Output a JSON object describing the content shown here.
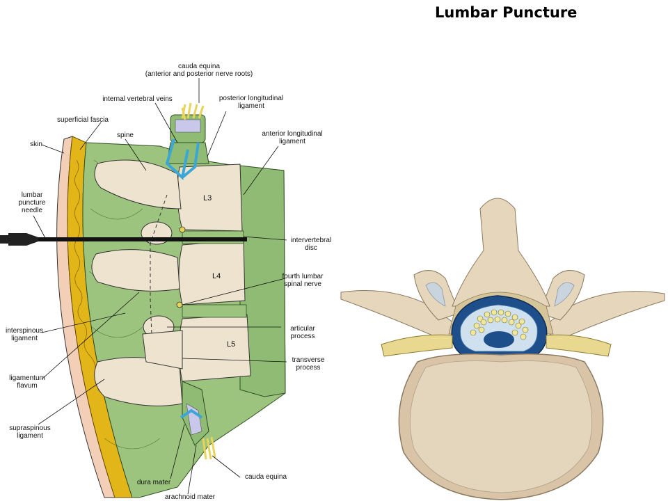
{
  "title": "Lumbar Puncture",
  "labels": {
    "cauda_equina_top": "cauda equina\n(anterior and posterior nerve roots)",
    "internal_vertebral_veins": "internal vertebral veins",
    "posterior_longitudinal_ligament": "posterior longitudinal\nligament",
    "superficial_fascia": "superficial fascia",
    "spine": "spine",
    "anterior_longitudinal_ligament": "anterior longitudinal\nligament",
    "skin": "skin",
    "lumbar_puncture_needle": "lumbar\npuncture\nneedle",
    "intervertebral_disc": "intervertebral\ndisc",
    "fourth_lumbar_spinal_nerve": "fourth lumbar\nspinal nerve",
    "interspinous_ligament": "interspinous\nligament",
    "articular_process": "articular\nprocess",
    "ligamentum_flavum": "ligamentum\nflavum",
    "transverse_process": "transverse\nprocess",
    "supraspinous_ligament": "supraspinous\nligament",
    "dura_mater": "dura mater",
    "cauda_equina_bottom": "cauda equina",
    "arachnoid_mater": "arachnoid mater",
    "vertebra_l3": "L3",
    "vertebra_l4": "L4",
    "vertebra_l5": "L5"
  },
  "colors": {
    "skin": "#f3cfb8",
    "fascia": "#e2b619",
    "muscle": "#9cc47f",
    "bone": "#eee3cf",
    "vein": "#3aa7d6",
    "nerve": "#e8d45a",
    "disc_bone": "#d9c4a8"
  }
}
